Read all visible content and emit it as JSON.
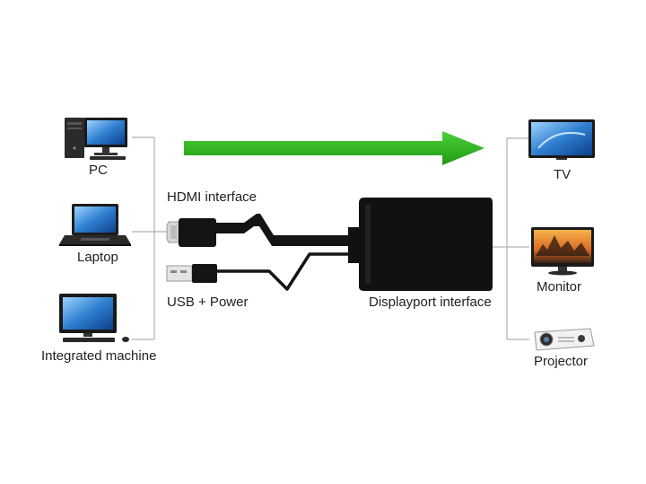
{
  "colors": {
    "arrow": "#2db51f",
    "connector_line": "#b0b0b0",
    "adapter_body": "#111111",
    "screen_blue": "#3f8fd6"
  },
  "sources": {
    "pc": "PC",
    "laptop": "Laptop",
    "integrated_machine": "Integrated machine"
  },
  "adapter": {
    "hdmi_label": "HDMI interface",
    "usb_label": "USB + Power",
    "displayport_label": "Displayport interface"
  },
  "outputs": {
    "tv": "TV",
    "monitor": "Monitor",
    "projector": "Projector"
  },
  "icons": {
    "pc": "desktop-pc-icon",
    "laptop": "laptop-icon",
    "integrated_machine": "all-in-one-computer-icon",
    "tv": "tv-icon",
    "monitor": "monitor-icon",
    "projector": "projector-icon"
  }
}
